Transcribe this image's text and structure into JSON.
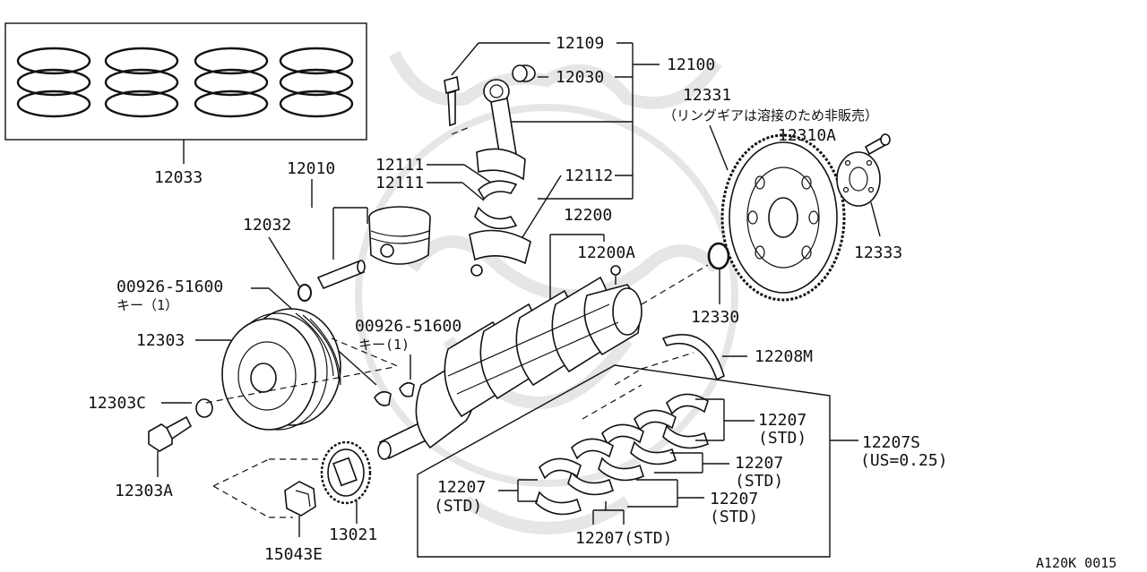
{
  "labels": {
    "p12033": "12033",
    "p12010": "12010",
    "p12032": "12032",
    "p00926_a": "00926-51600",
    "key_a": "キー（1）",
    "p12303": "12303",
    "p12303c": "12303C",
    "p12303a": "12303A",
    "p00926_b": "00926-51600",
    "key_b": "キー(1)",
    "p15043e": "15043E",
    "p13021": "13021",
    "p12109": "12109",
    "p12030": "12030",
    "p12100": "12100",
    "p12111_a": "12111",
    "p12111_b": "12111",
    "p12112": "12112",
    "p12200": "12200",
    "p12200a": "12200A",
    "p12331": "12331",
    "p12331_note": "（リングギアは溶接のため非販売）",
    "p12310a": "12310A",
    "p12333": "12333",
    "p12330": "12330",
    "p12208m": "12208M",
    "p12207_1": "12207",
    "std_1": "(STD)",
    "p12207_2": "12207",
    "std_2": "(STD)",
    "p12207_3": "12207",
    "std_3": "(STD)",
    "p12207_4": "12207",
    "std_4": "(STD)",
    "p12207_5": "12207(STD)",
    "p12207s": "12207S",
    "us025": "(US=0.25)",
    "diagram_code": "A120K 0015"
  },
  "colors": {
    "line": "#111111",
    "background": "#ffffff",
    "watermark": "#e6e6e6"
  }
}
